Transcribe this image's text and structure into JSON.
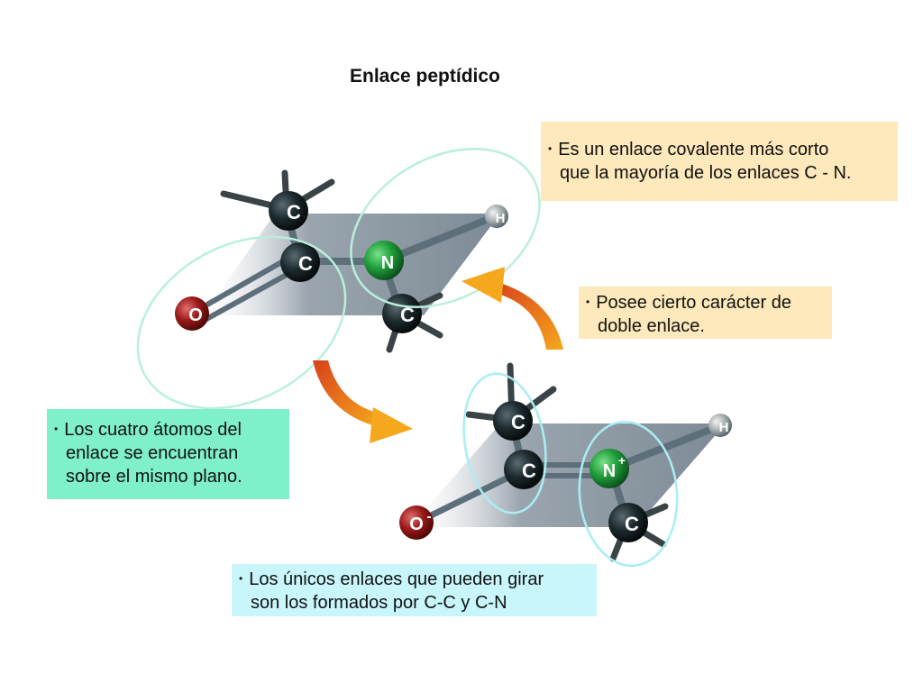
{
  "title": "Enlace peptídico",
  "notes": {
    "covalent": {
      "bullet": "•",
      "line1": "Es un enlace covalente más corto",
      "line2": "que la mayoría de los enlaces C - N."
    },
    "double_bond": {
      "bullet": "•",
      "line1": "Posee cierto carácter de",
      "line2": "doble enlace."
    },
    "plane": {
      "bullet": "•",
      "line1": "Los cuatro átomos del",
      "line2": "enlace se encuentran",
      "line3": "sobre el mismo plano."
    },
    "rotation": {
      "bullet": "•",
      "line1": "Los únicos enlaces que pueden girar",
      "line2": "son los formados por C-C y C-N"
    }
  },
  "atoms": {
    "top": {
      "c1": "C",
      "c2": "C",
      "n": "N",
      "h": "H",
      "o": "O",
      "c3": "C"
    },
    "bottom": {
      "c1": "C",
      "c2": "C",
      "n": "N",
      "n_charge": "+",
      "h": "H",
      "o": "O",
      "o_charge": "-",
      "c3": "C"
    }
  },
  "colors": {
    "carbon": "#1c2a2e",
    "nitrogen": "#1f9e3a",
    "oxygen": "#9b1a1a",
    "hydrogen": "#9aa3a6",
    "plane": "#9aa6b0",
    "ellipse": "#b9f0da",
    "ellipse_cyan": "#a9eef3",
    "arrow_orange": "#e8731e",
    "note_yellow": "#fde9bb",
    "note_green": "#7ff0c9",
    "note_cyan": "#c8f6fa"
  }
}
